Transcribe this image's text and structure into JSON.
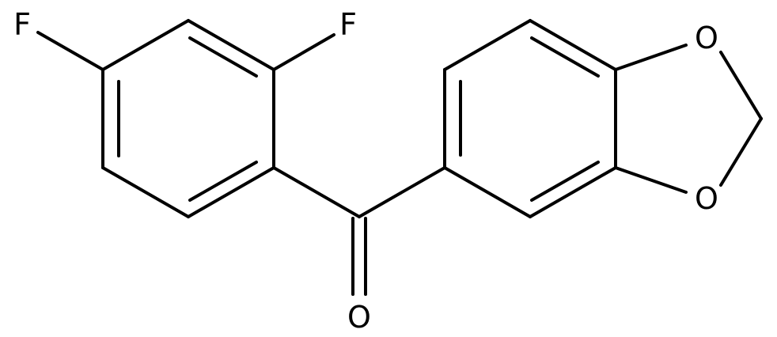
{
  "molecule": {
    "atoms": {
      "fluorine_para": "F",
      "fluorine_ortho": "F",
      "oxygen_carbonyl": "O",
      "oxygen_dioxole_top": "O",
      "oxygen_dioxole_bottom": "O"
    }
  },
  "colors": {
    "bond": "#000000",
    "label": "#000000",
    "background": "#ffffff"
  }
}
